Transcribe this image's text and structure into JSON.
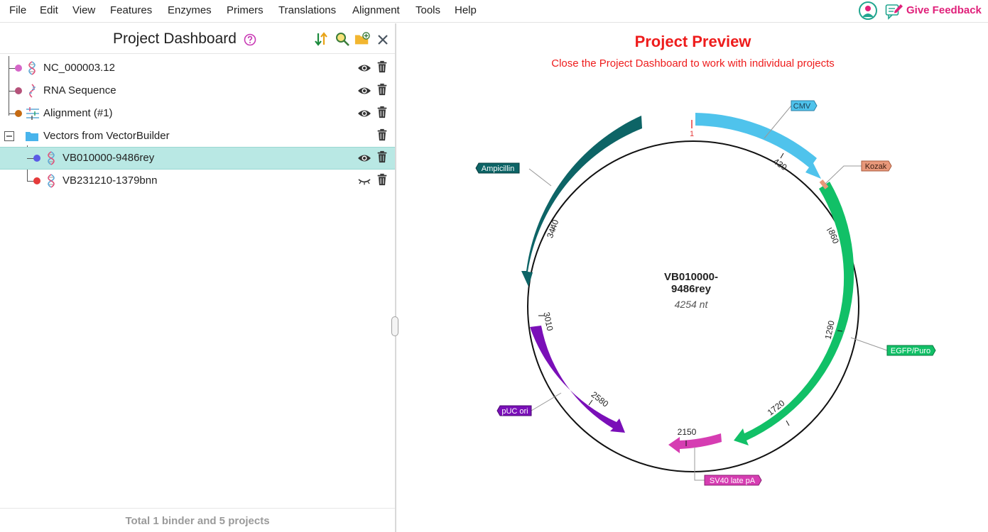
{
  "menu": {
    "items": [
      "File",
      "Edit",
      "View",
      "Features",
      "Enzymes",
      "Primers",
      "Translations",
      "Alignment",
      "Tools",
      "Help"
    ],
    "feedback_label": "Give Feedback"
  },
  "dashboard": {
    "title": "Project Dashboard",
    "rows": [
      {
        "label": "NC_000003.12",
        "dot_color": "#d566c8",
        "icon": "dna-icon",
        "visible": true
      },
      {
        "label": "RNA Sequence",
        "dot_color": "#b5527a",
        "icon": "rna-icon",
        "visible": true
      },
      {
        "label": "Alignment (#1)",
        "dot_color": "#c56a12",
        "icon": "alignment-icon",
        "visible": true
      },
      {
        "label": "Vectors from VectorBuilder",
        "icon": "folder-icon",
        "expand_symbol": "−"
      },
      {
        "label": "VB010000-9486rey",
        "dot_color": "#5b5be6",
        "icon": "dna-icon",
        "visible": true,
        "selected": true
      },
      {
        "label": "VB231210-1379bnn",
        "dot_color": "#e53b3b",
        "icon": "dna-icon",
        "visible": false
      }
    ],
    "footer": "Total 1 binder and 5 projects"
  },
  "preview": {
    "title": "Project Preview",
    "subtitle": "Close the Project Dashboard to work with individual projects",
    "plasmid": {
      "name_line1": "VB010000-",
      "name_line2": "9486rey",
      "length_label": "4254 nt",
      "start_label": "1",
      "ticks": [
        "430",
        "860",
        "1290",
        "1720",
        "2150",
        "2580",
        "3010",
        "3440"
      ],
      "features": [
        {
          "name": "CMV",
          "color": "#4fc3ec"
        },
        {
          "name": "Kozak",
          "color": "#e8987a"
        },
        {
          "name": "EGFP/Puro",
          "color": "#11c067"
        },
        {
          "name": "SV40 late pA",
          "color": "#d63db2"
        },
        {
          "name": "pUC ori",
          "color": "#7a0fb8"
        },
        {
          "name": "Ampicillin",
          "color": "#0d6466"
        }
      ]
    }
  }
}
